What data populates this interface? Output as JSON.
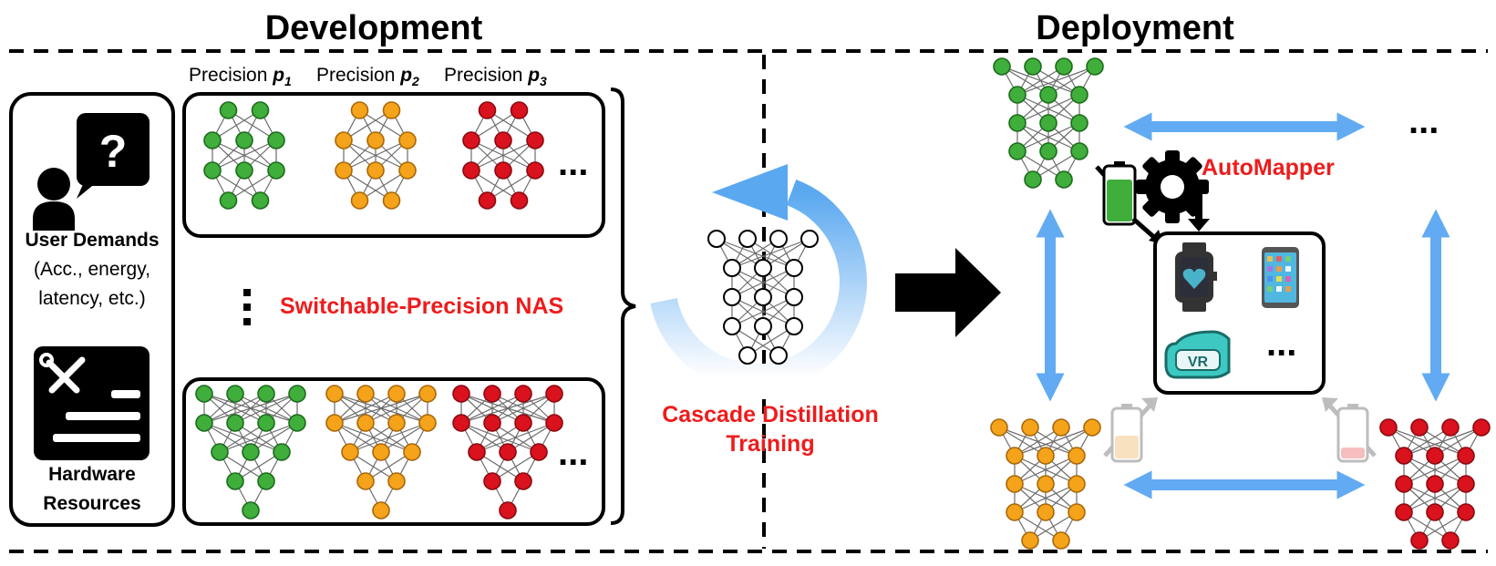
{
  "headings": {
    "development": "Development",
    "deployment": "Deployment"
  },
  "precision_labels": [
    {
      "text": "Precision",
      "symbol": "p",
      "sub": "1"
    },
    {
      "text": "Precision",
      "symbol": "p",
      "sub": "2"
    },
    {
      "text": "Precision",
      "symbol": "p",
      "sub": "3"
    }
  ],
  "inputs": {
    "user_demands_title": "User Demands",
    "user_demands_line1": "(Acc., energy,",
    "user_demands_line2": "latency, etc.)",
    "hardware_line1": "Hardware",
    "hardware_line2": "Resources"
  },
  "labels": {
    "nas": "Switchable-Precision NAS",
    "cascade_line1": "Cascade Distillation",
    "cascade_line2": "Training",
    "automapper": "AutoMapper",
    "ellipsis": "...",
    "vr": "VR"
  },
  "colors": {
    "green": "#3fae3b",
    "green_stroke": "#1d6b1d",
    "orange": "#f5a31a",
    "orange_stroke": "#a8680a",
    "red": "#d9121e",
    "red_stroke": "#8a0a10",
    "blue_arrow": "#62abf2",
    "accent_red": "#ee1c1c",
    "white_node": "#ffffff"
  },
  "icons": [
    "question-bubble-icon",
    "user-icon",
    "tools-icon",
    "battery-icon",
    "gear-icon",
    "smartwatch-icon",
    "phone-icon",
    "vr-headset-icon"
  ]
}
